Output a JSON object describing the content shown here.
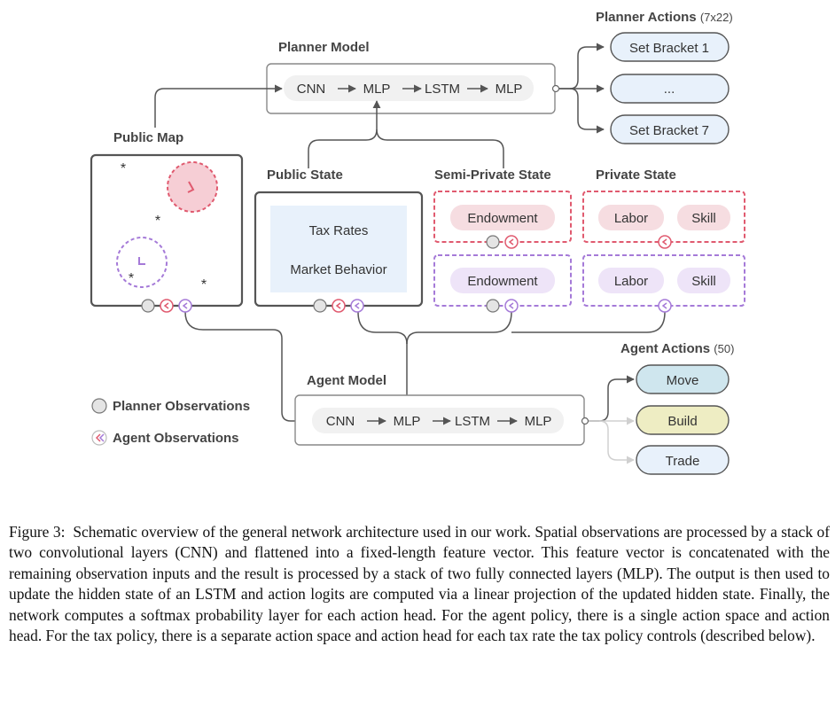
{
  "diagram": {
    "planner_actions": {
      "title": "Planner Actions",
      "count": "(7x22)",
      "items": [
        "Set Bracket 1",
        "...",
        "Set Bracket 7"
      ]
    },
    "planner_model": {
      "title": "Planner Model",
      "layers": [
        "CNN",
        "MLP",
        "LSTM",
        "MLP"
      ]
    },
    "public_map": {
      "title": "Public Map"
    },
    "public_state": {
      "title": "Public State",
      "items": [
        "Tax Rates",
        "Market Behavior"
      ]
    },
    "semi_private_state": {
      "title": "Semi-Private State",
      "planner_item": "Endowment",
      "agent_item": "Endowment"
    },
    "private_state": {
      "title": "Private State",
      "planner_items": [
        "Labor",
        "Skill"
      ],
      "agent_items": [
        "Labor",
        "Skill"
      ]
    },
    "agent_actions": {
      "title": "Agent Actions",
      "count": "(50)",
      "items": [
        "Move",
        "Build",
        "Trade"
      ]
    },
    "agent_model": {
      "title": "Agent Model",
      "layers": [
        "CNN",
        "MLP",
        "LSTM",
        "MLP"
      ]
    },
    "legend": {
      "planner": "Planner Observations",
      "agent": "Agent Observations"
    }
  },
  "caption": {
    "label": "Figure 3:",
    "text": "Schematic overview of the general network architecture used in our work. Spatial observations are processed by a stack of two convolutional layers (CNN) and flattened into a fixed-length feature vector. This feature vector is concatenated with the remaining observation inputs and the result is processed by a stack of two fully connected layers (MLP). The output is then used to update the hidden state of an LSTM and action logits are computed via a linear projection of the updated hidden state. Finally, the network computes a softmax probability layer for each action head. For the agent policy, there is a single action space and action head.  For the tax policy, there is a separate action space and action head for each tax rate the tax policy controls (described below)."
  },
  "colors": {
    "planner_red": "#e05a6f",
    "agent_purple": "#a57ad8",
    "move_fill": "#cfe6ee",
    "build_fill": "#eeedc3",
    "trade_fill": "#e8f1fb",
    "bracket_fill": "#e8f1fb",
    "box_border": "#555555"
  }
}
